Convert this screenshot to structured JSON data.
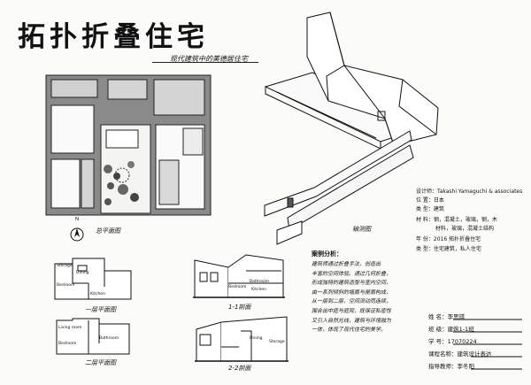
{
  "header": {
    "title": "拓扑折叠住宅",
    "subtitle": "现代建筑中的美德居住宅"
  },
  "captions": {
    "site_plan": "总平面图",
    "axonometric": "轴测图",
    "floor1": "一层平面图",
    "floor2": "二层平面图",
    "section1": "1-1剖面",
    "section2": "2-2剖面"
  },
  "north_mark": "N",
  "floor_plan_labels": {
    "storage": "Storage",
    "dining": "Dining",
    "bedroom": "Bedroom",
    "kitchen": "Kitchen",
    "living_room": "Living room",
    "bathroom": "Bathroom"
  },
  "section_labels": {
    "s1_bedroom": "Bedroom",
    "s1_bathroom": "Bathroom",
    "s1_kitchen": "Kitchen",
    "s2_dining": "Dining",
    "s2_storage": "Storage"
  },
  "project_info": [
    {
      "label": "设计师：",
      "value": "Takashi Yamaguchi & associates"
    },
    {
      "label": "位    置：",
      "value": "日本"
    },
    {
      "label": "类    型：",
      "value": "建筑"
    },
    {
      "label": "材    料：",
      "value": "钢，混凝土，玻璃，钢，木"
    },
    {
      "label": "",
      "value": "材料，玻璃，混凝土结构"
    },
    {
      "label": "年    份：",
      "value": "2016 拓扑折叠住宅"
    },
    {
      "label": "类    型：",
      "value": "住宅建筑，私人住宅"
    }
  ],
  "analysis": {
    "heading": "案例分析：",
    "body": [
      "建筑师通过折叠手法，创造出",
      "丰富的空间体验。通过几何折叠，",
      "形成独特的建筑造型与室内空间，",
      "由一系列倾斜的墙面与屋面构成，",
      "从一层到二层，空间流动而连续，",
      "围合出中庭与庭院，既保证私密性",
      "又引入自然光线，建筑与环境融为",
      "一体，体现了现代住宅的美学。"
    ]
  },
  "signature": [
    {
      "label": "姓    名：",
      "value": "李思琪"
    },
    {
      "label": "班    级：",
      "value": "建筑1-1班"
    },
    {
      "label": "学    号：",
      "value": "17070224"
    },
    {
      "label": "课程名称：",
      "value": "建筑设计表达"
    },
    {
      "label": "指导教师：",
      "value": "李冬阳"
    }
  ],
  "colors": {
    "road_gray": "#8a8a8a",
    "block_gray": "#c9c9c9",
    "ink": "#111111",
    "tree": "#555555"
  }
}
